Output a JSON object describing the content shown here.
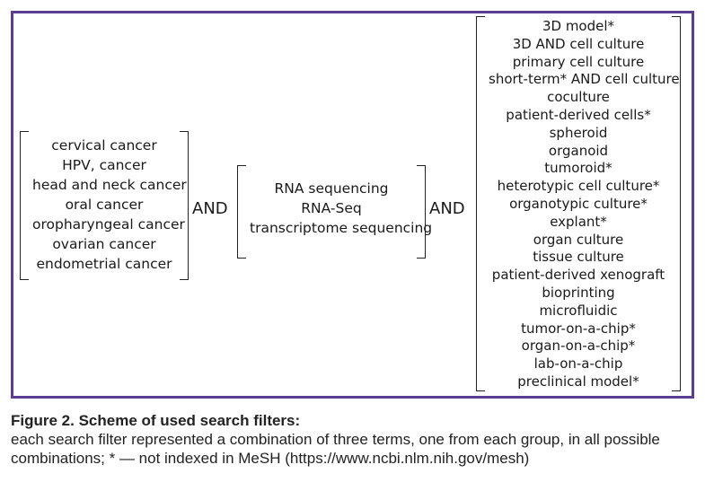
{
  "diagram": {
    "groups": [
      {
        "terms": [
          "cervical cancer",
          "HPV, cancer",
          "head and neck cancer",
          "oral cancer",
          "oropharyngeal cancer",
          "ovarian cancer",
          "endometrial cancer"
        ]
      },
      {
        "terms": [
          "RNA sequencing",
          "RNA-Seq",
          "transcriptome sequencing"
        ]
      },
      {
        "terms": [
          "3D model*",
          "3D AND cell culture",
          "primary cell culture",
          "short-term* AND cell culture",
          "coculture",
          "patient-derived cells*",
          "spheroid",
          "organoid",
          "tumoroid*",
          "heterotypic cell culture*",
          "organotypic culture*",
          "explant*",
          "organ culture",
          "tissue culture",
          "patient-derived xenograft",
          "bioprinting",
          "microfluidic",
          "tumor-on-a-chip*",
          "organ-on-a-chip*",
          "lab-on-a-chip",
          "preclinical model*"
        ]
      }
    ],
    "operators": [
      "AND",
      "AND"
    ]
  },
  "caption": {
    "title": "Figure 2. Scheme of used search filters:",
    "text": "each search filter represented a combination of three terms, one from each group, in all possible combinations; * — not indexed in MeSH (https://www.ncbi.nlm.nih.gov/mesh)"
  },
  "colors": {
    "frame": "#5a3e8f"
  }
}
